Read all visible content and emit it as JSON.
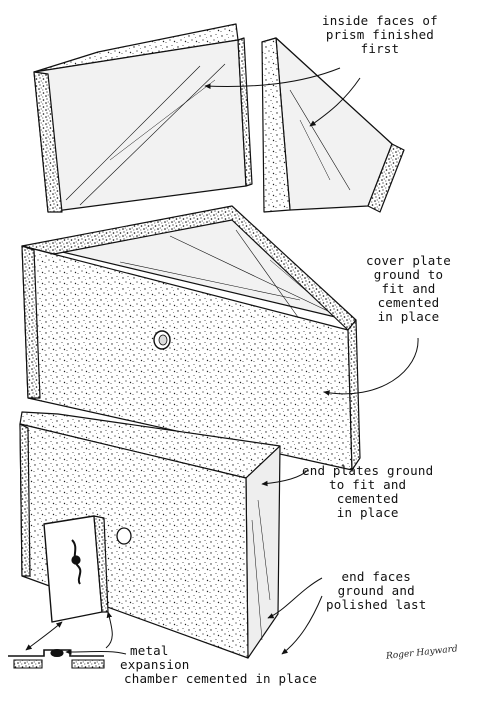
{
  "labels": {
    "inside_faces": [
      "inside faces of",
      "prism finished",
      "first"
    ],
    "cover_plate": [
      "cover plate",
      "ground to",
      "fit and",
      "cemented",
      "in place"
    ],
    "end_plates": [
      "end plates ground",
      "to fit and",
      "cemented",
      "in place"
    ],
    "end_faces": [
      "end faces",
      "ground and",
      "polished last"
    ],
    "chamber": [
      "metal",
      "expansion",
      "chamber cemented in place"
    ]
  },
  "signature": "Roger Hayward",
  "colors": {
    "ink": "#111111",
    "paper": "#ffffff",
    "glass": "#f2f2f2"
  }
}
